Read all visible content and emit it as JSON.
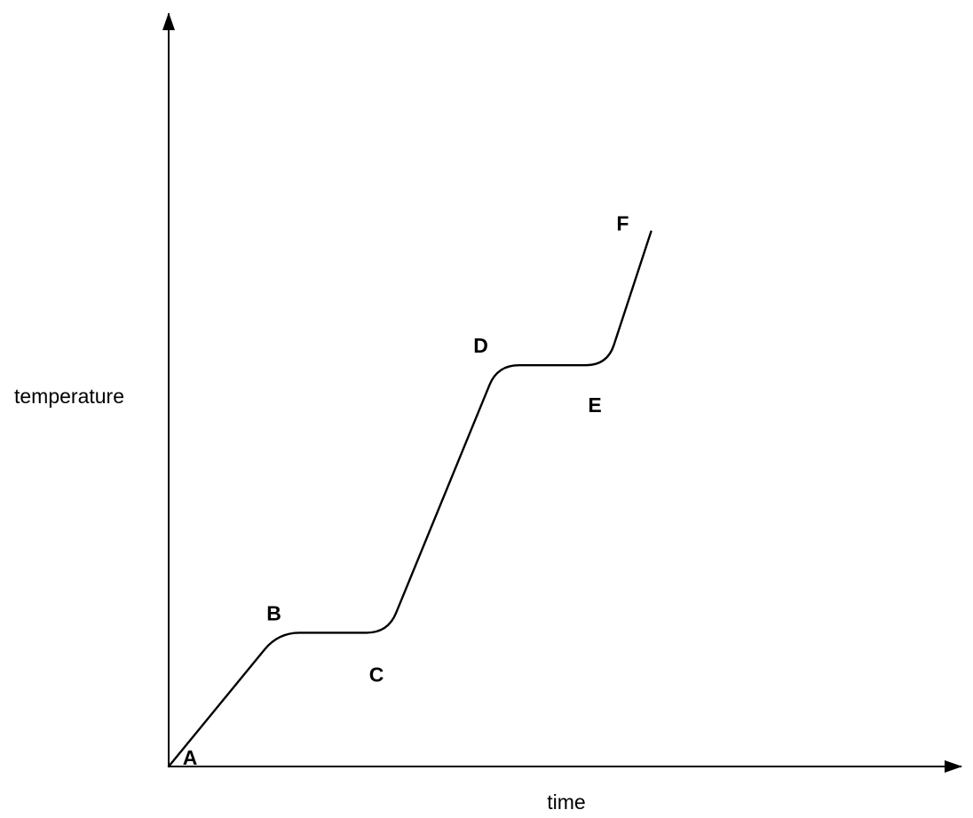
{
  "chart_data": {
    "type": "line",
    "title": "",
    "xlabel": "time",
    "ylabel": "temperature",
    "grid": false,
    "legend": "none",
    "line_color": "#000000",
    "series": [
      {
        "points": [
          {
            "label": "A",
            "x": 0,
            "y": 0
          },
          {
            "label": "B",
            "x": 1,
            "y": 1
          },
          {
            "label": "C",
            "x": 2,
            "y": 1
          },
          {
            "label": "D",
            "x": 3,
            "y": 3
          },
          {
            "label": "E",
            "x": 4,
            "y": 3
          },
          {
            "label": "F",
            "x": 4.4,
            "y": 4
          }
        ]
      }
    ]
  }
}
